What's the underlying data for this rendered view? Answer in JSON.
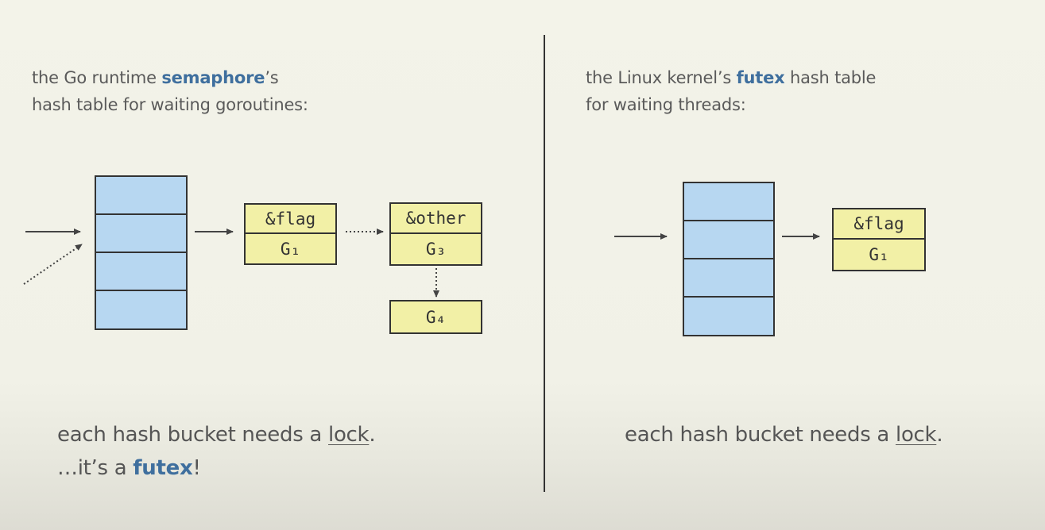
{
  "left": {
    "caption_line1_pre": "the Go runtime ",
    "caption_line1_kw": "semaphore",
    "caption_line1_post": "’s",
    "caption_line2": "hash table for waiting goroutines:",
    "nodes": {
      "flag_key": "&flag",
      "flag_g": "G₁",
      "other_key": "&other",
      "other_g": "G₃",
      "g4": "G₄"
    },
    "bottom_line1_pre": "each hash bucket needs a ",
    "bottom_line1_ul": "lock",
    "bottom_line1_post": ".",
    "bottom_line2_pre": "…it’s a ",
    "bottom_line2_kw": "futex",
    "bottom_line2_post": "!"
  },
  "right": {
    "caption_line1_pre": "the Linux kernel’s ",
    "caption_line1_kw": "futex",
    "caption_line1_post": " hash table",
    "caption_line2": "for waiting threads:",
    "nodes": {
      "flag_key": "&flag",
      "flag_g": "G₁"
    },
    "bottom_line1_pre": "each hash bucket needs a ",
    "bottom_line1_ul": "lock",
    "bottom_line1_post": "."
  },
  "colors": {
    "background": "#f3f3e9",
    "bucket_fill": "#b7d7f1",
    "node_fill": "#f2f0a6",
    "keyword": "#3f6f9e",
    "stroke": "#333333"
  }
}
